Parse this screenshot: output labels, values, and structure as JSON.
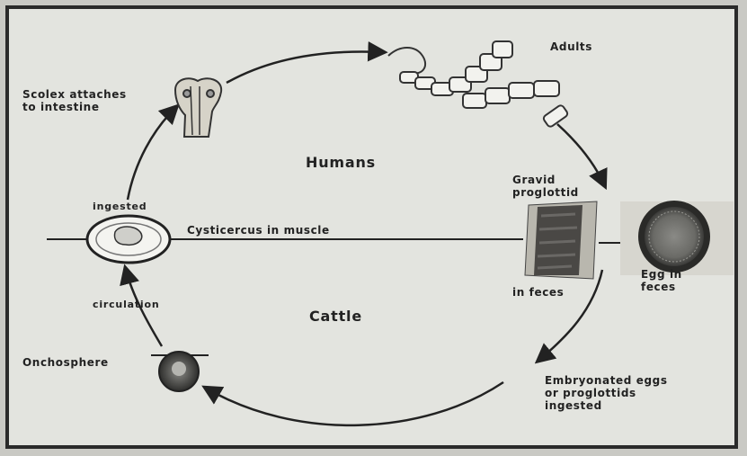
{
  "labels": {
    "adults": "Adults",
    "scolex": "Scolex attaches\nto intestine",
    "humans": "Humans",
    "gravid": "Gravid\nproglottid",
    "ingested": "ingested",
    "cysticercus": "Cysticercus in muscle",
    "in_feces": "in feces",
    "egg_in_feces": "Egg in\nfeces",
    "circulation": "circulation",
    "cattle": "Cattle",
    "onchosphere": "Onchosphere",
    "embryonated": "Embryonated eggs\nor proglottids\ningested"
  },
  "colors": {
    "background": "#e3e4df",
    "ink": "#222222",
    "frame": "#2a2a2a"
  }
}
